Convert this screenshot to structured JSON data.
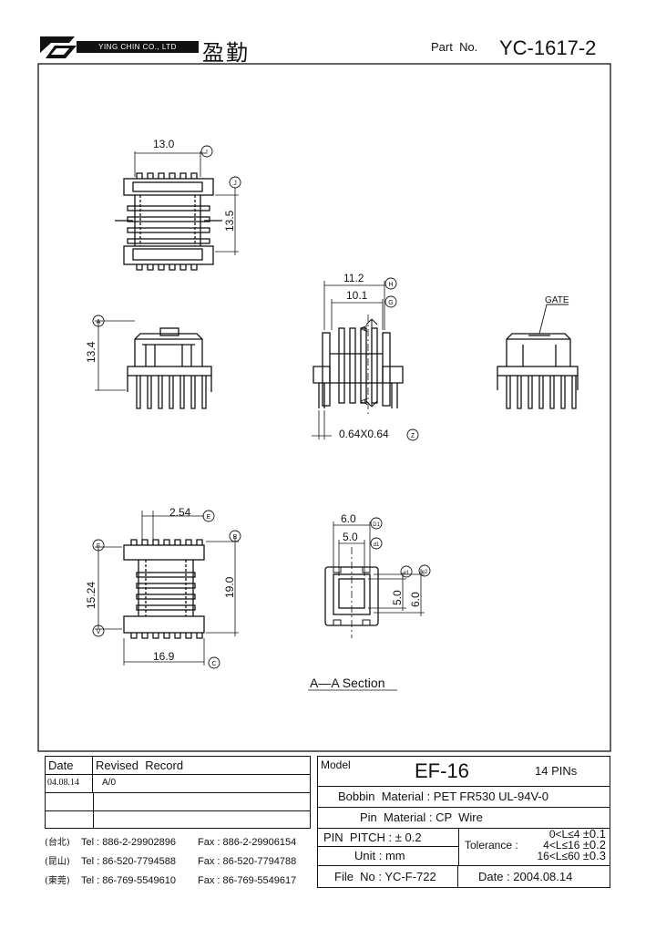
{
  "header": {
    "company": "YING CHIN CO., LTD",
    "brand_cn": "盈勤",
    "part_label": "Part  No.",
    "part_no": "YC-1617-2"
  },
  "drawing": {
    "dim_13_0": "13.0",
    "dim_13_5": "13.5",
    "dim_13_4": "13.4",
    "dim_11_2": "11.2",
    "dim_10_1": "10.1",
    "dim_pin": "0.64X0.64",
    "dim_2_54": "2.54",
    "dim_15_24": "15.24",
    "dim_19_0": "19.0",
    "dim_16_9": "16.9",
    "dim_6_0_top": "6.0",
    "dim_5_0_top": "5.0",
    "dim_5_0_side": "5.0",
    "dim_6_0_side": "6.0",
    "gate": "GATE",
    "section_mark": "A",
    "section_title": "A—A  Section",
    "circle_I": "I",
    "circle_J": "J",
    "circle_A": "A",
    "circle_H": "H",
    "circle_G": "G",
    "circle_Z": "Z",
    "circle_E": "E",
    "circle_F": "F",
    "circle_B": "B",
    "circle_V": "V",
    "circle_C": "C",
    "circle_D1": "D1",
    "circle_d1": "d1",
    "circle_e1": "e1",
    "circle_e2": "e2"
  },
  "revision": {
    "col_date": "Date",
    "col_record": "Revised  Record",
    "rows": [
      {
        "date": "04.08.14",
        "record": "A/0"
      },
      {
        "date": "",
        "record": ""
      },
      {
        "date": "",
        "record": ""
      }
    ]
  },
  "contacts": [
    {
      "loc": "(台北)",
      "tel": "Tel : 886-2-29902896",
      "fax": "Fax : 886-2-29906154"
    },
    {
      "loc": "(昆山)",
      "tel": "Tel : 86-520-7794588",
      "fax": "Fax : 86-520-7794788"
    },
    {
      "loc": "(東莞)",
      "tel": "Tel : 86-769-5549610",
      "fax": "Fax : 86-769-5549617"
    }
  ],
  "spec": {
    "model_label": "Model",
    "model": "EF-16",
    "pins": "14 PINs",
    "bobbin": "Bobbin  Material : PET FR530 UL-94V-0",
    "pin_material": "Pin  Material : CP  Wire",
    "pin_pitch": "PIN  PITCH : ± 0.2",
    "unit": "Unit : mm",
    "tolerance_label": "Tolerance :",
    "tol1_range": "0<L≤4",
    "tol1_val": "±0.1",
    "tol2_range": "4<L≤16",
    "tol2_val": "±0.2",
    "tol3_range": "16<L≤60",
    "tol3_val": "±0.3",
    "file_no": "File  No : YC-F-722",
    "date": "Date : 2004.08.14"
  }
}
